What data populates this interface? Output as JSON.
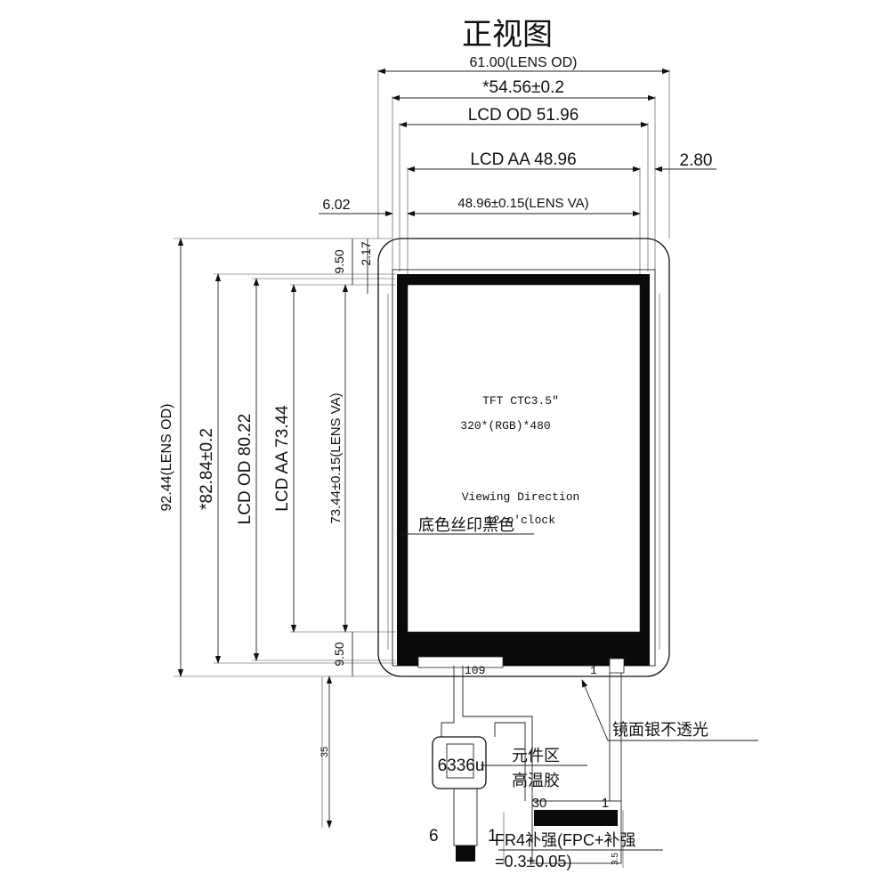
{
  "title": "正视图",
  "dimensions": {
    "lens_od_width": "61.00(LENS OD)",
    "width_tol": "*54.56±0.2",
    "lcd_od_width": "LCD OD 51.96",
    "lcd_aa_width": "LCD AA 48.96",
    "lens_va_width": "48.96±0.15(LENS VA)",
    "right_offset": "2.80",
    "left_offset": "6.02",
    "top_offset": "2.17",
    "top_border": "9.50",
    "bottom_border": "9.50",
    "lens_od_height": "92.44(LENS OD)",
    "height_tol": "*82.84±0.2",
    "lcd_od_height": "LCD OD 80.22",
    "lcd_aa_height": "LCD AA 73.44",
    "lens_va_height": "73.44±0.15(LENS VA)",
    "fpc_length": "35",
    "fpc_tail": "3.5"
  },
  "screen": {
    "model": "TFT CTC3.5″",
    "resolution": "320*(RGB)*480",
    "viewing_direction": "Viewing Direction",
    "clock": "12 o'clock"
  },
  "annotations": {
    "silkscreen": "底色丝印黑色",
    "mirror_silver": "镜面银不透光",
    "component_area": "元件区",
    "high_temp_glue": "高温胶",
    "stiffener": "FR4补强(FPC+补强",
    "thickness": "=0.3±0.05)"
  },
  "labels": {
    "ic": "6336u",
    "pin_109": "109",
    "pin_1_top": "1",
    "pin_30": "30",
    "pin_1_connector": "1",
    "pin_6": "6",
    "pin_1_bottom": "1"
  }
}
